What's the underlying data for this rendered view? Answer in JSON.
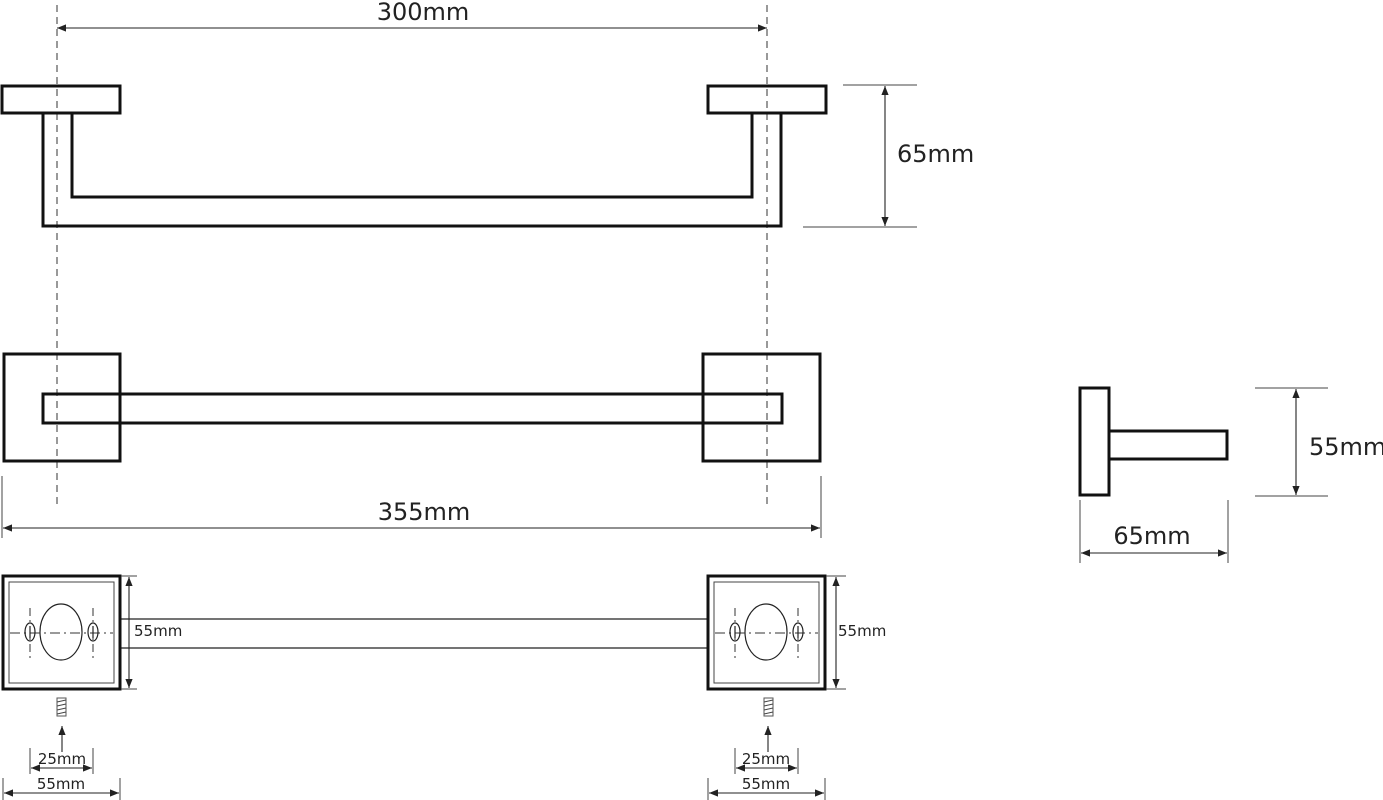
{
  "dimensions": {
    "center_distance": "300mm",
    "depth": "65mm",
    "overall_length": "355mm",
    "side_height": "55mm",
    "side_depth": "65mm",
    "bottom_bar_width": "55mm",
    "bottom_plate_right_height": "55mm",
    "left_hole_spacing": "25mm",
    "left_plate_width": "55mm",
    "right_hole_spacing": "25mm",
    "right_plate_width": "55mm"
  }
}
